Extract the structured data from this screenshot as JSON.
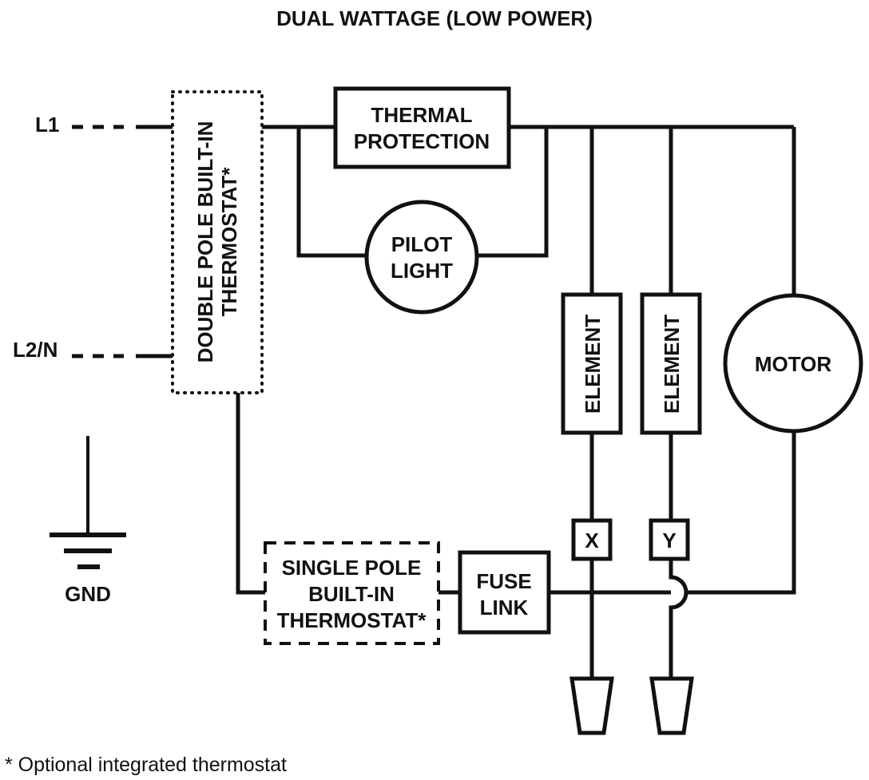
{
  "title": "DUAL WATTAGE (LOW POWER)",
  "terminals": {
    "l1": "L1",
    "l2n": "L2/N",
    "gnd": "GND"
  },
  "components": {
    "double_pole_thermostat": [
      "DOUBLE POLE BUILT-IN",
      "THERMOSTAT*"
    ],
    "thermal_protection": [
      "THERMAL",
      "PROTECTION"
    ],
    "pilot_light": [
      "PILOT",
      "LIGHT"
    ],
    "element_1": "ELEMENT",
    "element_2": "ELEMENT",
    "motor": "MOTOR",
    "terminal_x": "X",
    "terminal_y": "Y",
    "single_pole_thermostat": [
      "SINGLE POLE",
      "BUILT-IN",
      "THERMOSTAT*"
    ],
    "fuse_link": [
      "FUSE",
      "LINK"
    ]
  },
  "footnote": "* Optional integrated thermostat"
}
